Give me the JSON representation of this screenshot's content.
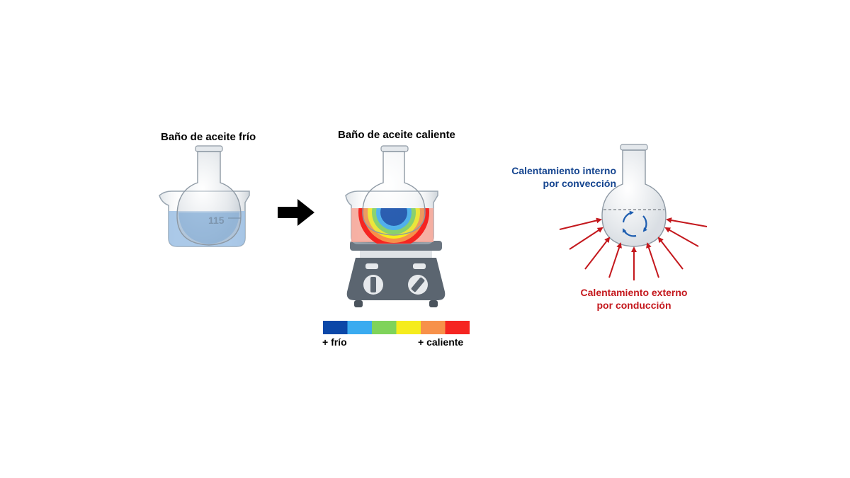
{
  "panels": {
    "cold": {
      "title": "Baño de aceite frío",
      "beaker_mark": "115"
    },
    "hot": {
      "title": "Baño de aceite caliente"
    },
    "flask": {
      "internal_label_line1": "Calentamiento interno",
      "internal_label_line2": "por convección",
      "external_label_line1": "Calentamiento externo",
      "external_label_line2": "por conducción"
    }
  },
  "scale": {
    "cold_label": "+ frío",
    "hot_label": "+ caliente",
    "colors": [
      "#0b47a8",
      "#3aabf0",
      "#7fd35a",
      "#f5ec1d",
      "#f7914a",
      "#f52521"
    ]
  },
  "colors": {
    "internal_text": "#14448f",
    "external_text": "#c4181d",
    "arrow": "#000000",
    "hotplate": "#5b6570",
    "oil_cold": "#9cc0e4"
  },
  "icons": [
    "right-arrow-icon",
    "round-bottom-flask-icon",
    "beaker-icon",
    "hotplate-icon",
    "convection-cycle-icon"
  ]
}
